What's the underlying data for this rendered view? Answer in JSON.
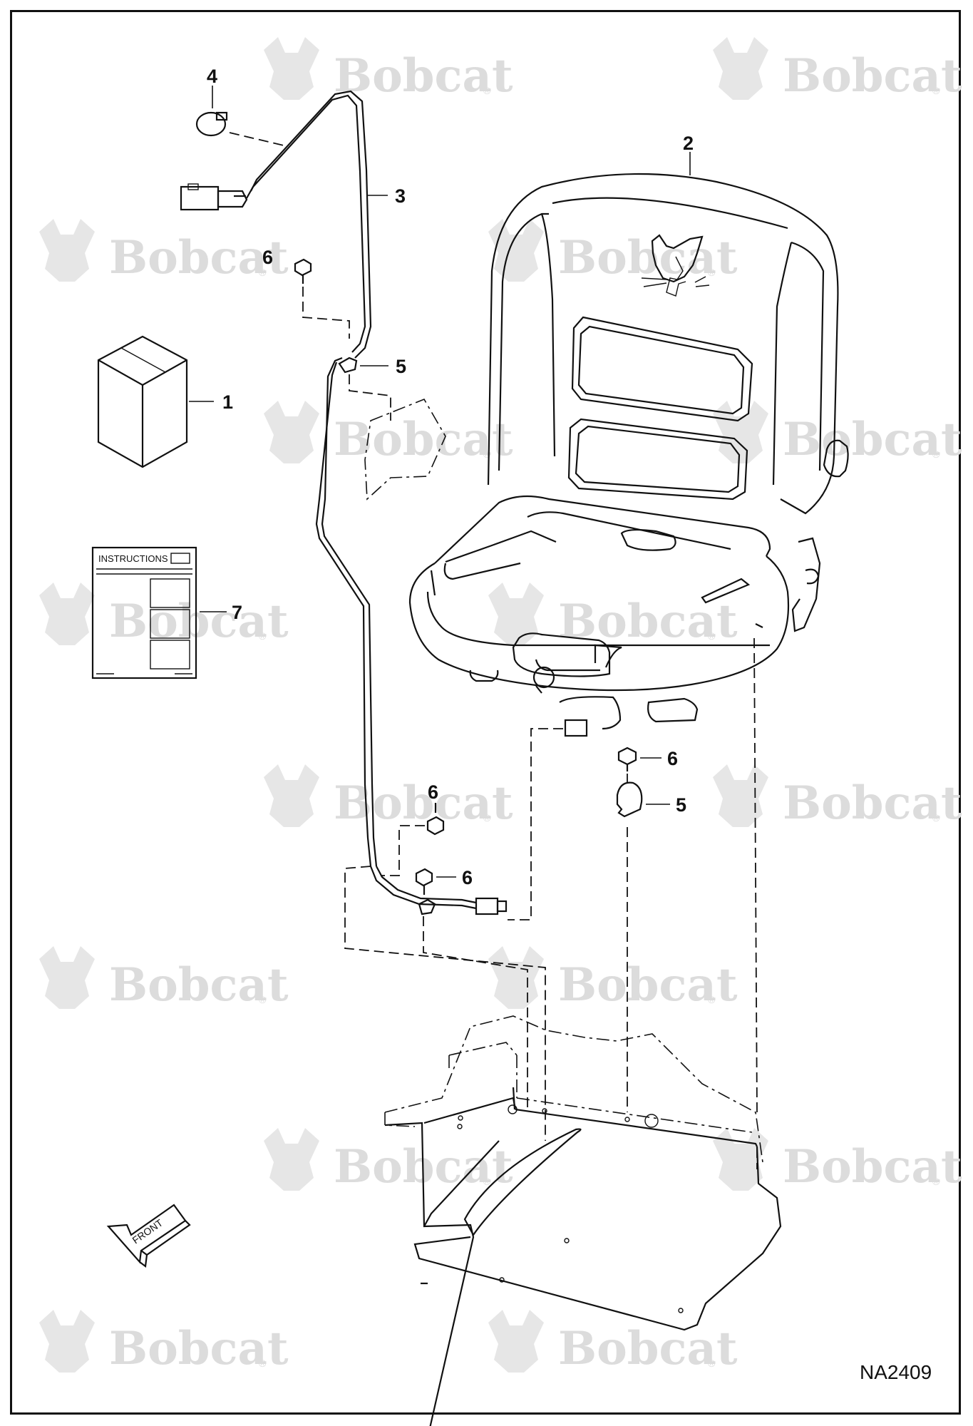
{
  "watermark": {
    "brand": "Bobcat",
    "registered": "®"
  },
  "callouts": {
    "c1": "1",
    "c2": "2",
    "c3": "3",
    "c4": "4",
    "c5a": "5",
    "c5b": "5",
    "c6a": "6",
    "c6b": "6",
    "c6c": "6",
    "c6d": "6",
    "c7": "7"
  },
  "instructions_label": "INSTRUCTIONS",
  "front_arrow_label": "FRONT",
  "drawing_code": "NA2409"
}
